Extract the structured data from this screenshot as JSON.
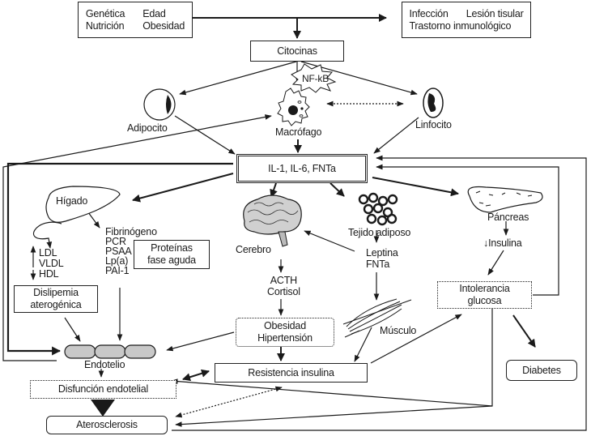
{
  "diagram": {
    "risk_factors_left": [
      "Genética",
      "Edad",
      "Nutrición",
      "Obesidad"
    ],
    "risk_factors_right": {
      "row1": [
        "Infección",
        "Lesión tisular"
      ],
      "row2": "Trastorno inmunológico"
    },
    "citocinas": "Citocinas",
    "nfkb": "NF-kB",
    "adipocito": "Adipocito",
    "macrofago": "Macrófago",
    "linfocito": "Linfocito",
    "interleukins": "IL-1, IL-6, FNTa",
    "higado": "Hígado",
    "acute_phase_list": [
      "Fibrinógeno",
      "PCR",
      "PSAA",
      "Lp(a)",
      "PAI-1"
    ],
    "acute_phase_box": [
      "Proteínas",
      "fase aguda"
    ],
    "lipids": [
      "LDL",
      "VLDL",
      "HDL"
    ],
    "lipid_directions": {
      "LDL": "up",
      "HDL": "down"
    },
    "dislipemia": [
      "Dislipemia",
      "aterogénica"
    ],
    "cerebro": "Cerebro",
    "acth_cortisol": [
      "ACTH",
      "Cortisol"
    ],
    "obesidad_hipertension": [
      "Obesidad",
      "Hipertensión"
    ],
    "tejido_adiposo": "Tejido adiposo",
    "leptina_fnta": [
      "Leptina",
      "FNTa"
    ],
    "musculo": "Músculo",
    "pancreas": "Páncreas",
    "insulina": "Insulina",
    "intolerancia": [
      "Intolerancia",
      "glucosa"
    ],
    "diabetes": "Diabetes",
    "endotelio": "Endotelio",
    "resistencia_insulina": "Resistencia insulina",
    "disfuncion_endotelial": "Disfunción  endotelial",
    "aterosclerosis": "Aterosclerosis"
  },
  "colors": {
    "ink": "#1a1a1a",
    "endothelium_fill": "#c8c8c8",
    "background": "#ffffff"
  }
}
